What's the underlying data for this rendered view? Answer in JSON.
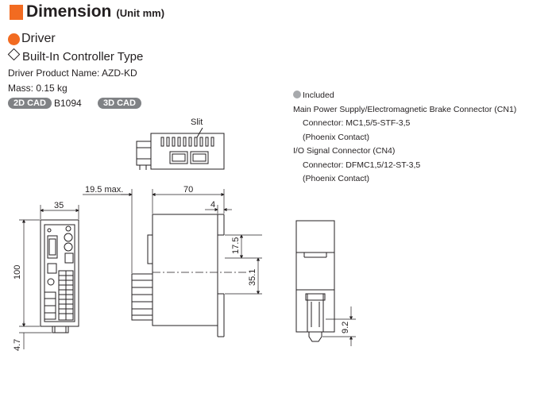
{
  "header": {
    "title": "Dimension",
    "unit": "(Unit mm)"
  },
  "section": {
    "name": "Driver",
    "type": "Built-In Controller Type"
  },
  "product": {
    "label": "Driver  Product Name:",
    "name": "AZD-KD",
    "mass": "Mass: 0.15 kg"
  },
  "cad": {
    "badge_2d": "2D CAD",
    "code_2d": "B1094",
    "badge_3d": "3D CAD"
  },
  "notes": {
    "included": "Included",
    "cn1_title": "Main Power Supply/Electromagnetic Brake Connector (CN1)",
    "cn1_connector": "Connector: MC1,5/5-STF-3,5",
    "cn1_maker": "(Phoenix Contact)",
    "cn4_title": "I/O Signal Connector (CN4)",
    "cn4_connector": "Connector: DFMC1,5/12-ST-3,5",
    "cn4_maker": "(Phoenix Contact)"
  },
  "drawing": {
    "slit_label": "Slit",
    "dim_width": "35",
    "dim_height": "100",
    "dim_bottom": "4.7",
    "dim_overhang": "19.5 max.",
    "dim_depth": "70",
    "dim_step": "4",
    "dim_upper": "17.5",
    "dim_lower": "35.1",
    "dim_clip": "9.2"
  },
  "colors": {
    "accent": "#f26b21",
    "badge": "#808285",
    "included_dot": "#a7a9ac",
    "line": "#231f20"
  }
}
